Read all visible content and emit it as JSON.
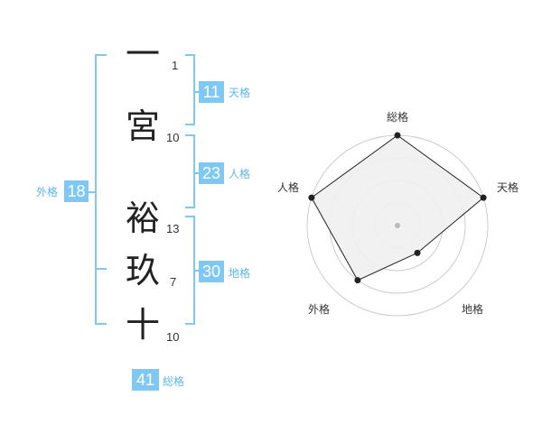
{
  "name": {
    "chars": [
      "一",
      "宮",
      "裕",
      "玖",
      "十"
    ],
    "strokes": [
      "1",
      "10",
      "13",
      "7",
      "10"
    ]
  },
  "fortunes": {
    "ten": {
      "value": "11",
      "label": "天格"
    },
    "jin": {
      "value": "23",
      "label": "人格"
    },
    "chi": {
      "value": "30",
      "label": "地格"
    },
    "gai": {
      "value": "18",
      "label": "外格"
    },
    "sou": {
      "value": "41",
      "label": "総格"
    }
  },
  "chart_data": {
    "type": "radar",
    "axes": [
      "総格",
      "天格",
      "地格",
      "外格",
      "人格"
    ],
    "values": [
      4,
      4,
      1.5,
      3,
      4
    ],
    "max": 4,
    "rings": 4,
    "colors": {
      "fill": "#efefef",
      "line": "#222222",
      "ring": "#cccccc",
      "center": "#bbbbbb"
    }
  },
  "colors": {
    "accent": "#7ec8f3",
    "bracket": "#7ec8f3",
    "label": "#5fb6e8"
  }
}
